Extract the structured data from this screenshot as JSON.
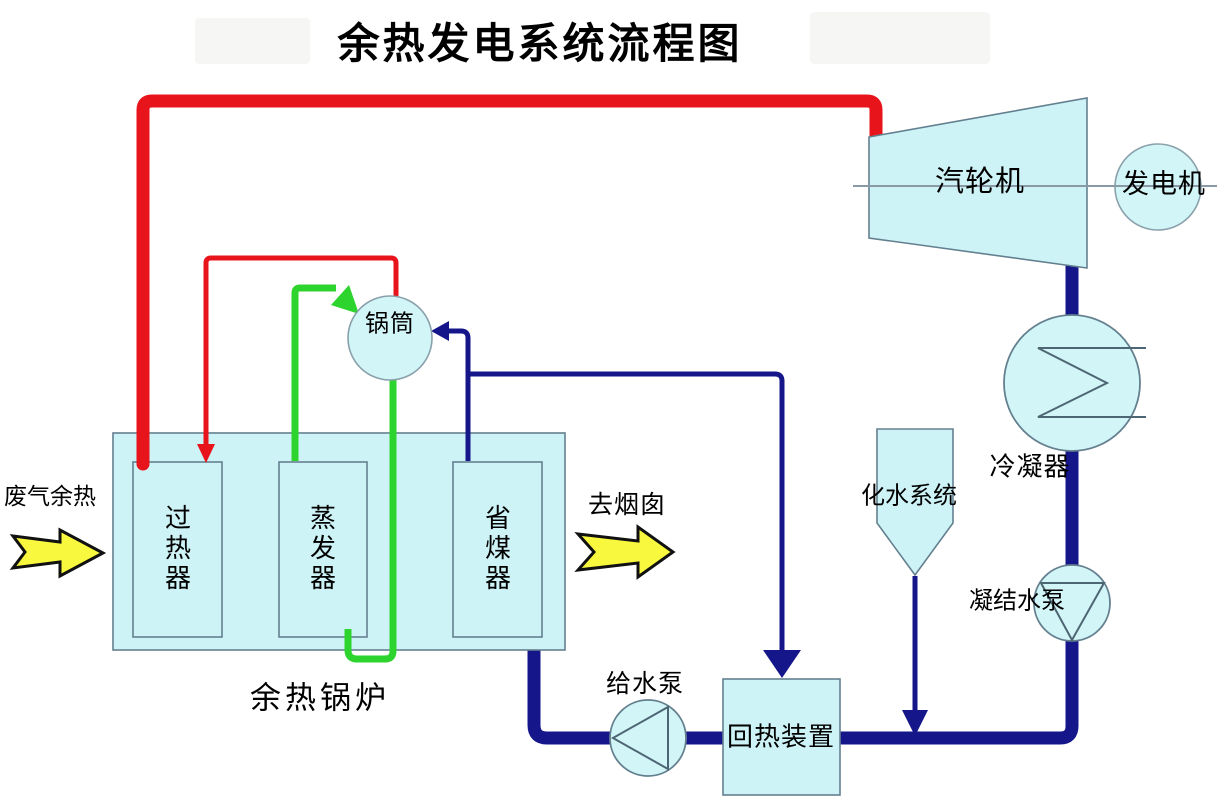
{
  "title": "余热发电系统流程图",
  "colors": {
    "component_fill": "#cdf3f7",
    "component_stroke": "#64808f",
    "steam_pipe_red": "#e8141c",
    "water_pipe_navy": "#16168b",
    "circulation_green": "#2dd42d",
    "flue_gas_yellow": "#f8f83e",
    "arrow_outline_black": "#111111",
    "shaft_gray": "#8a99a6",
    "text_black": "#000000"
  },
  "components": {
    "turbine": {
      "label": "汽轮机"
    },
    "generator": {
      "label": "发电机"
    },
    "drum": {
      "label": "锅筒"
    },
    "condenser": {
      "label": "冷凝器"
    },
    "condensate_pump": {
      "label": "凝结水泵"
    },
    "feed_pump": {
      "label": "给水泵"
    },
    "regenerator": {
      "label": "回热装置"
    },
    "water_treatment": {
      "label": "化水系统"
    },
    "boiler": {
      "label": "余热锅炉",
      "sections": [
        {
          "label": "过热器"
        },
        {
          "label": "蒸发器"
        },
        {
          "label": "省煤器"
        }
      ]
    }
  },
  "annotations": {
    "waste_gas_in": "废气余热",
    "to_chimney": "去烟囱"
  }
}
